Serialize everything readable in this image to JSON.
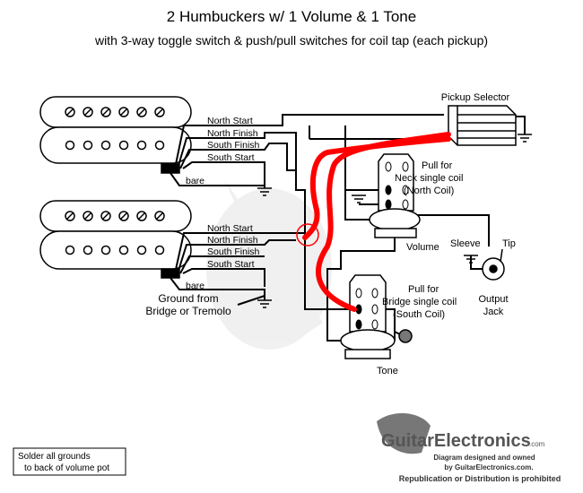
{
  "title": "2 Humbuckers w/ 1 Volume & 1 Tone",
  "subtitle": "with 3-way toggle switch & push/pull switches for coil tap (each pickup)",
  "neck_pickup": {
    "wires": [
      "North Start",
      "North Finish",
      "South Finish",
      "South Start"
    ],
    "bare": "bare"
  },
  "bridge_pickup": {
    "wires": [
      "North Start",
      "North Finish",
      "South Finish",
      "South Start"
    ],
    "bare": "bare"
  },
  "ground_note": [
    "Ground from",
    "Bridge or Tremolo"
  ],
  "selector_label": "Pickup Selector",
  "neck_switch": [
    "Pull for",
    "Neck single coil",
    "(North Coil)"
  ],
  "bridge_switch": [
    "Pull for",
    "Bridge single coil",
    "(South Coil)"
  ],
  "volume_label": "Volume",
  "tone_label": "Tone",
  "jack": {
    "sleeve": "Sleeve",
    "tip": "Tip",
    "label": [
      "Output",
      "Jack"
    ]
  },
  "solder_note": [
    "Solder all grounds",
    "to back of volume pot"
  ],
  "logo": {
    "brand": "GuitarElectronics.com",
    "line1": "Diagram designed and owned",
    "line2": "by GuitarElectronics.com.",
    "line3": "Republication or Distribution is prohibited"
  },
  "colors": {
    "wire": "#000000",
    "tap_wire": "#ff0000",
    "logo": "#555555"
  }
}
